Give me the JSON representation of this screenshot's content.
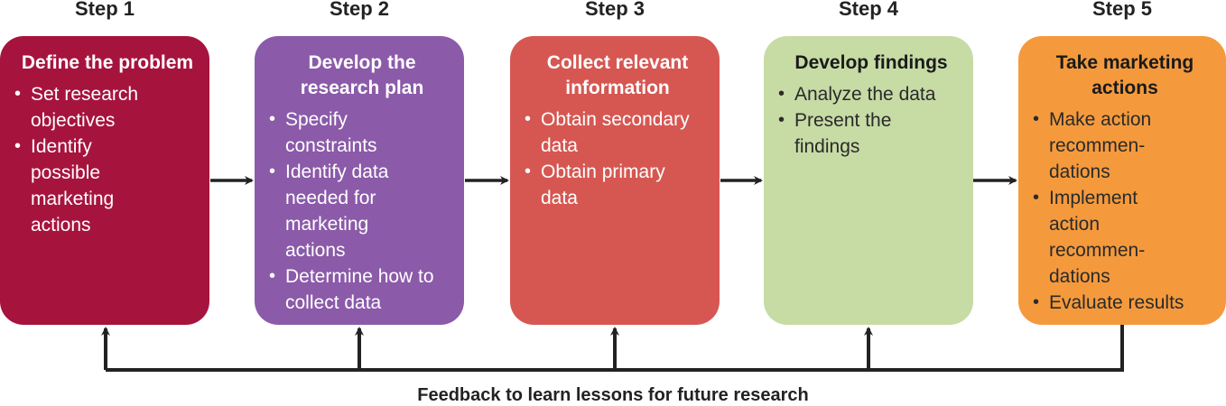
{
  "steps": [
    {
      "label": "Step 1",
      "title": "Define the problem",
      "items": [
        "Set research objectives",
        "Identify possible marketing actions"
      ]
    },
    {
      "label": "Step 2",
      "title": "Develop the research plan",
      "items": [
        "Specify constraints",
        "Identify data needed for marketing actions",
        "Determine how to collect data"
      ]
    },
    {
      "label": "Step 3",
      "title": "Collect relevant information",
      "items": [
        "Obtain secondary data",
        "Obtain primary data"
      ]
    },
    {
      "label": "Step 4",
      "title": "Develop findings",
      "items": [
        "Analyze the data",
        "Present the findings"
      ]
    },
    {
      "label": "Step 5",
      "title": "Take marketing actions",
      "items": [
        "Make action recommen-dations",
        "Implement action recommen-dations",
        "Evaluate results"
      ]
    }
  ],
  "feedback_label": "Feedback to learn lessons for future research",
  "colors": {
    "step1": "#a6143e",
    "step2": "#8b5aa9",
    "step3": "#d65752",
    "step4": "#c7dba5",
    "step5": "#f49a3d",
    "arrow": "#222222"
  }
}
